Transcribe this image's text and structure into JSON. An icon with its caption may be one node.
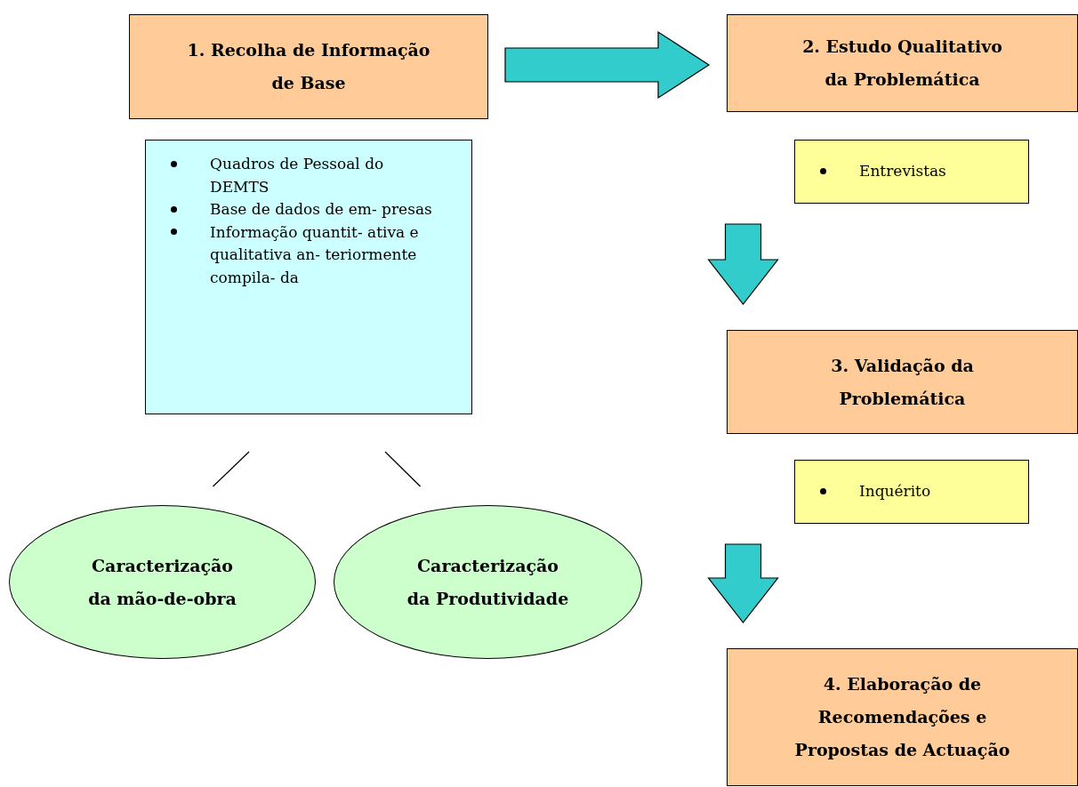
{
  "diagram": {
    "nodes": [
      {
        "text": [
          "1. Recolha de Informação de Base"
        ]
      },
      {
        "text": [
          "Quadros de Pessoal do DEMTS",
          "Base de dados de em- presas",
          "Informação quantit- ativa e qualitativa an- teriormente compila- da"
        ]
      },
      {
        "text": [
          "2. Estudo Qualitativo da Problemática"
        ]
      },
      {
        "text": [
          "Entrevistas"
        ]
      },
      {
        "text": [
          "3. Validação da Problemática"
        ]
      },
      {
        "text": [
          "Inquérito"
        ]
      },
      {
        "text": [
          "4. Elaboração de Recomendações e Propostas de Actuação"
        ]
      },
      {
        "text": [
          "Caracterização da mão-de-obra"
        ]
      },
      {
        "text": [
          "Caracterização da Produtividade"
        ]
      }
    ],
    "edges": [
      {
        "from": 0,
        "to": 2,
        "arrow": "to",
        "style": "thick",
        "color": "#33cccc"
      },
      {
        "from": 3,
        "to": 4,
        "arrow": "to",
        "style": "thick",
        "color": "#33cccc"
      },
      {
        "from": 5,
        "to": 6,
        "arrow": "to",
        "style": "thick",
        "color": "#33cccc"
      },
      {
        "from": 1,
        "to": 7,
        "arrow": "none"
      },
      {
        "from": 1,
        "to": 8,
        "arrow": "none"
      }
    ]
  }
}
